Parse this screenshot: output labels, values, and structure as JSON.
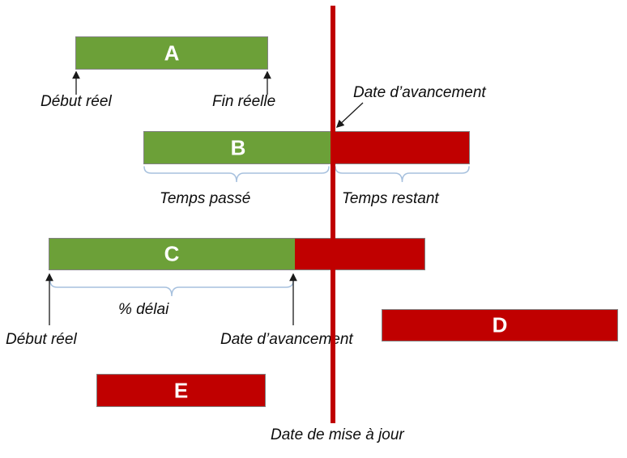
{
  "diagram_type": "gantt-progress-explainer",
  "colors": {
    "completed_green": "#6CA038",
    "remaining_red": "#C00000",
    "timeline_red": "#C00000",
    "brace_blue": "#A7C1DE",
    "bar_border_gray": "#828282",
    "annotation_text": "#0d0d0d"
  },
  "bars": [
    {
      "id": "A",
      "label": "A",
      "segments": [
        "completed"
      ]
    },
    {
      "id": "B",
      "label": "B",
      "segments": [
        "completed",
        "remaining"
      ]
    },
    {
      "id": "C",
      "label": "C",
      "segments": [
        "completed",
        "remaining"
      ]
    },
    {
      "id": "D",
      "label": "D",
      "segments": [
        "remaining"
      ]
    },
    {
      "id": "E",
      "label": "E",
      "segments": [
        "remaining"
      ]
    }
  ],
  "annotations": {
    "debut_reel_top": "Début réel",
    "fin_reelle": "Fin réelle",
    "date_avancement_top": "Date d’avancement",
    "temps_passe": "Temps passé",
    "temps_restant": "Temps restant",
    "pct_delai": "% délai",
    "debut_reel_bottom": "Début réel",
    "date_avancement_bottom": "Date d’avancement",
    "date_mise_a_jour": "Date de mise à jour"
  }
}
